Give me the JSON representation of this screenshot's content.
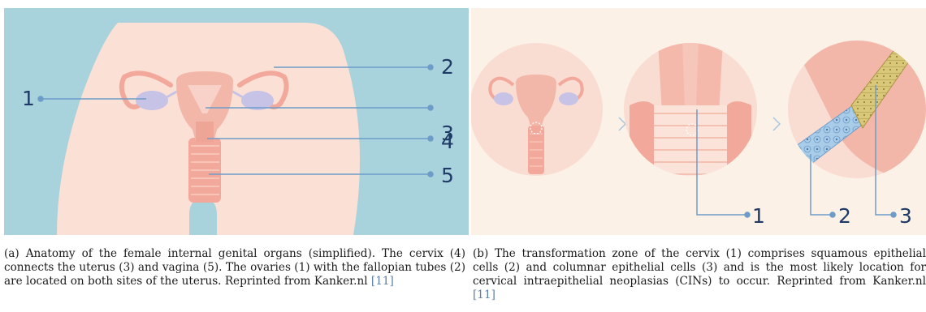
{
  "panel_a": {
    "callouts": [
      "1",
      "2",
      "3",
      "4",
      "5"
    ],
    "caption": {
      "text": "(a) Anatomy of the female internal genital organs (simplified). The cervix (4) connects the uterus (3) and vagina (5). The ovaries (1) with the fallopian tubes (2) are located on both sites of the uterus. Reprinted from Kanker.nl",
      "citation": "[11]"
    }
  },
  "panel_b": {
    "callouts": [
      "1",
      "2",
      "3"
    ],
    "caption": {
      "text": "(b) The transformation zone of the cervix (1) comprises squamous epithelial cells (2) and columnar epithelial cells (3) and is the most likely location for cervical intraepithelial neoplasias (CINs) to occur. Reprinted from Kanker.nl",
      "citation": "[11]"
    }
  },
  "colors": {
    "panel_a_background": "#a9d3dc",
    "panel_b_background": "#fcf1e6",
    "tissue": "#f6c9bd",
    "organ": "#f2aa9c",
    "ovary": "#c7c3e6",
    "squamous_cells": "#a9cde8",
    "columnar_cells": "#d9c77a",
    "callout_line": "#6e9cc9",
    "callout_text": "#1f3a66",
    "citation": "#5b7fa6"
  }
}
